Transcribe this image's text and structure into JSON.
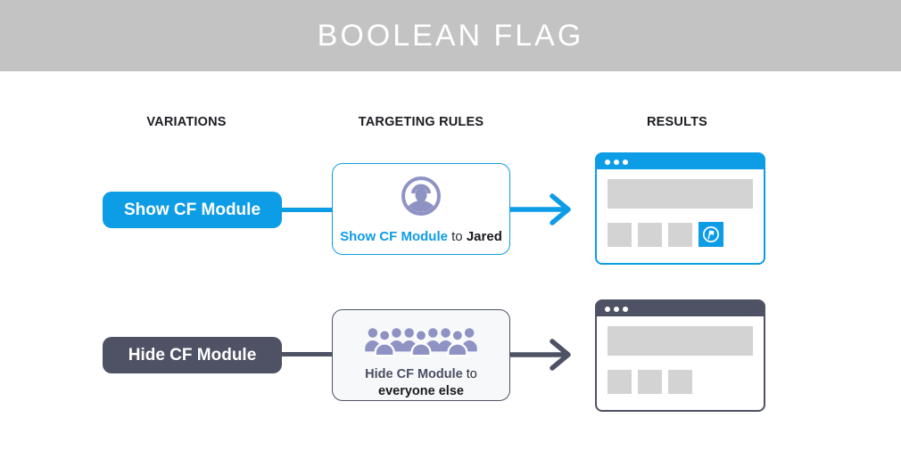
{
  "header": {
    "title": "BOOLEAN FLAG"
  },
  "columns": [
    {
      "label": "VARIATIONS"
    },
    {
      "label": "TARGETING RULES"
    },
    {
      "label": "RESULTS"
    }
  ],
  "colors": {
    "accent_blue": "#0d9ce6",
    "dark_slate": "#4e5264",
    "icon_purple": "#8f93c4",
    "header_gray": "#c3c3c3",
    "placeholder_gray": "#d3d3d4",
    "text_dark": "#17191e",
    "light_card_bg": "#f7f8fa"
  },
  "rows": [
    {
      "variation_label": "Show CF Module",
      "rule": {
        "icon": "user-avatar-icon",
        "flag_name": "Show CF Module",
        "connector": "to",
        "audience": "Jared"
      },
      "result": {
        "style": "module-shown",
        "placeholder_tiles": 3,
        "flag_tile_icon": "flag-icon"
      }
    },
    {
      "variation_label": "Hide CF Module",
      "rule": {
        "icon": "user-group-icon",
        "flag_name": "Hide CF Module",
        "connector": "to",
        "audience": "everyone else"
      },
      "result": {
        "style": "module-hidden",
        "placeholder_tiles": 3
      }
    }
  ]
}
